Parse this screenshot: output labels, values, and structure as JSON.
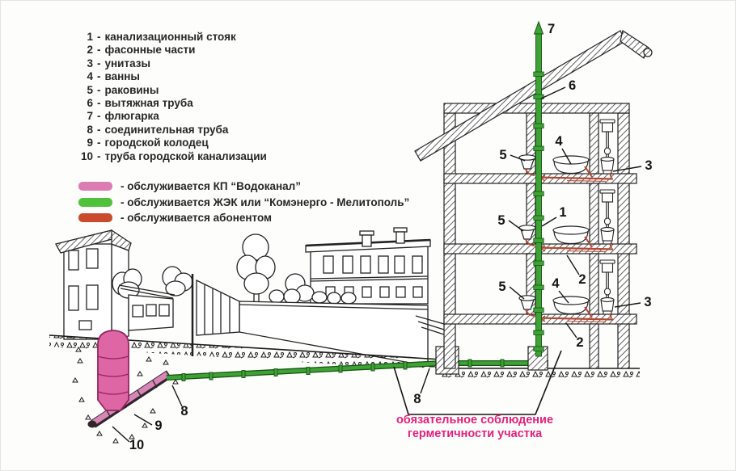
{
  "legend": {
    "separator": "-",
    "items": [
      {
        "num": "1",
        "text": "канализационный стояк"
      },
      {
        "num": "2",
        "text": "фасонные части"
      },
      {
        "num": "3",
        "text": "унитазы"
      },
      {
        "num": "4",
        "text": "ванны"
      },
      {
        "num": "5",
        "text": "раковины"
      },
      {
        "num": "6",
        "text": "вытяжная труба"
      },
      {
        "num": "7",
        "text": "флюгарка"
      },
      {
        "num": "8",
        "text": "соединительная труба"
      },
      {
        "num": "9",
        "text": "городской колодец"
      },
      {
        "num": "10",
        "text": "труба городской канализации"
      }
    ]
  },
  "service_legend": {
    "items": [
      {
        "color": "#DB7CB2",
        "text": "- обслуживается КП “Водоканал”"
      },
      {
        "color": "#4FC13A",
        "text": "- обслуживается ЖЭК или “Комэнерго - Мелитополь”"
      },
      {
        "color": "#C94B2B",
        "text": "- обслуживается абонентом"
      }
    ]
  },
  "callouts": {
    "riser": "1",
    "fittings": "2",
    "toilets": "3",
    "baths": "4",
    "sinks": "5",
    "vent_pipe": "6",
    "cowl": "7",
    "connecting_pipe": "8",
    "city_well": "9",
    "city_sewer_pipe": "10"
  },
  "annotation": {
    "line1": "обязательное соблюдение",
    "line2": "герметичности участка"
  },
  "colors": {
    "service_vodokanal": "#DB7CB2",
    "service_zhek": "#4FC13A",
    "service_subscriber": "#C94B2B",
    "pipe_green": "#3FA236",
    "pipe_red": "#B04A36",
    "well_pink": "#DF66A5",
    "annotation_pink": "#E3207B"
  }
}
